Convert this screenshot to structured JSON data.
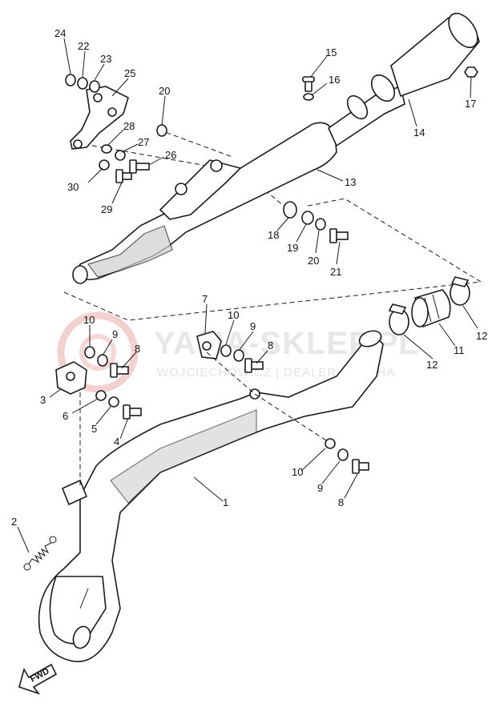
{
  "watermark": {
    "main": "YAMA-SKLEP.PL",
    "sub": "WOJCIECHOWICZ | DEALER YAMAHA",
    "logo_color": "#e07a7a"
  },
  "fwd_label": "FWD",
  "callouts": [
    {
      "id": "c24",
      "label": "24"
    },
    {
      "id": "c22",
      "label": "22"
    },
    {
      "id": "c23",
      "label": "23"
    },
    {
      "id": "c25",
      "label": "25"
    },
    {
      "id": "c20a",
      "label": "20"
    },
    {
      "id": "c28",
      "label": "28"
    },
    {
      "id": "c27",
      "label": "27"
    },
    {
      "id": "c26",
      "label": "26"
    },
    {
      "id": "c30",
      "label": "30"
    },
    {
      "id": "c29",
      "label": "29"
    },
    {
      "id": "c15",
      "label": "15"
    },
    {
      "id": "c16",
      "label": "16"
    },
    {
      "id": "c17",
      "label": "17"
    },
    {
      "id": "c14",
      "label": "14"
    },
    {
      "id": "c13",
      "label": "13"
    },
    {
      "id": "c18",
      "label": "18"
    },
    {
      "id": "c19",
      "label": "19"
    },
    {
      "id": "c20b",
      "label": "20"
    },
    {
      "id": "c21",
      "label": "21"
    },
    {
      "id": "c7",
      "label": "7"
    },
    {
      "id": "c10a",
      "label": "10"
    },
    {
      "id": "c9a",
      "label": "9"
    },
    {
      "id": "c8a",
      "label": "8"
    },
    {
      "id": "c10b",
      "label": "10"
    },
    {
      "id": "c9b",
      "label": "9"
    },
    {
      "id": "c8b",
      "label": "8"
    },
    {
      "id": "c3",
      "label": "3"
    },
    {
      "id": "c6",
      "label": "6"
    },
    {
      "id": "c5",
      "label": "5"
    },
    {
      "id": "c4",
      "label": "4"
    },
    {
      "id": "c12a",
      "label": "12"
    },
    {
      "id": "c11",
      "label": "11"
    },
    {
      "id": "c12b",
      "label": "12"
    },
    {
      "id": "c1",
      "label": "1"
    },
    {
      "id": "c10c",
      "label": "10"
    },
    {
      "id": "c9c",
      "label": "9"
    },
    {
      "id": "c8c",
      "label": "8"
    },
    {
      "id": "c2",
      "label": "2"
    }
  ]
}
